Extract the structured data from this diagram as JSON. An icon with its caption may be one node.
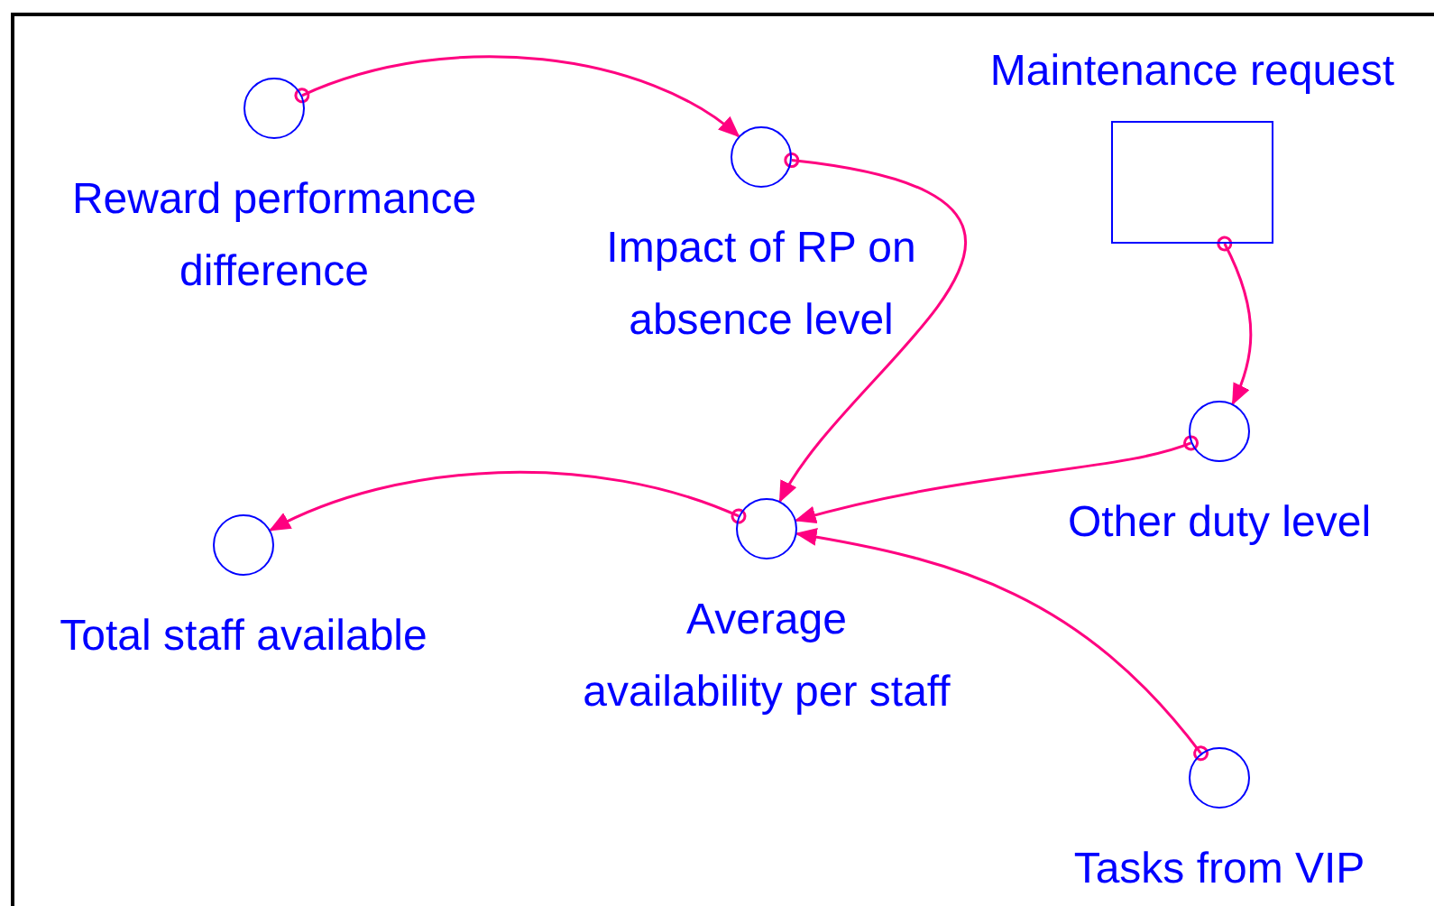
{
  "diagram": {
    "nodes": [
      {
        "text": [
          "Reward performance difference"
        ]
      },
      {
        "text": [
          "Impact of RP on absence level"
        ]
      },
      {
        "text": [
          "Maintenance request"
        ]
      },
      {
        "text": [
          "Other duty level"
        ]
      },
      {
        "text": [
          "Total staff available"
        ]
      },
      {
        "text": [
          "Average availability per staff"
        ]
      },
      {
        "text": [
          "Tasks from VIP"
        ]
      }
    ],
    "edges": [
      {
        "from": 0,
        "to": 1,
        "arrow": "to"
      },
      {
        "from": 1,
        "to": 5,
        "arrow": "to"
      },
      {
        "from": 2,
        "to": 3,
        "arrow": "to"
      },
      {
        "from": 3,
        "to": 5,
        "arrow": "to"
      },
      {
        "from": 5,
        "to": 4,
        "arrow": "to"
      },
      {
        "from": 6,
        "to": 5,
        "arrow": "to"
      }
    ]
  }
}
